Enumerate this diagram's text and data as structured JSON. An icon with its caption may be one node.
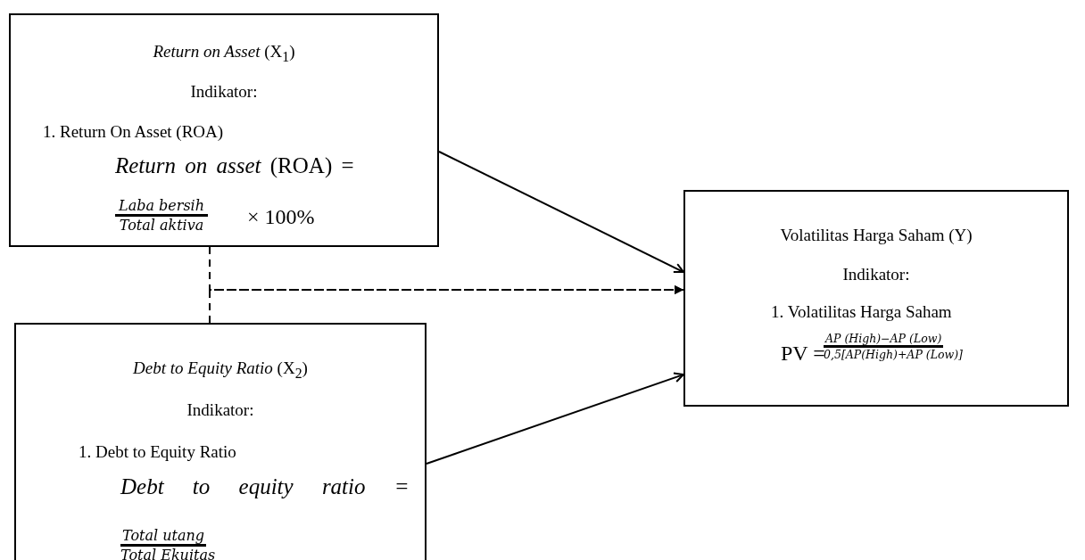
{
  "diagram": {
    "nodes": [
      {
        "text": [
          "*Return on Asset* (X$_{1}$)",
          "Indikator:",
          "1. Return On Asset (ROA)",
          "*Return on asset* (ROA) =",
          "Laba bersih",
          "Total aktiva",
          "× 100%"
        ]
      },
      {
        "text": [
          "*Debt to Equity Ratio* (X$_{2}$)",
          "Indikator:",
          "1. Debt to Equity Ratio",
          "Debt to equity ratio =",
          "Total utang",
          "Total Ekuitas"
        ]
      },
      {
        "text": [
          "Volatilitas Harga Saham (Y)",
          "Indikator:",
          "1. Volatilitas Harga Saham",
          "PV =",
          "AP (High)−AP (Low)",
          "0,5[AP(High)+AP (Low)]"
        ]
      }
    ],
    "edges": [
      {
        "from": 0,
        "to": 2,
        "arrow": "to"
      },
      {
        "from": 1,
        "to": 2,
        "arrow": "to"
      },
      {
        "from": 0,
        "to": 2,
        "arrow": "to",
        "style": "dashed"
      },
      {
        "from": 1,
        "to": 2,
        "arrow": "to",
        "style": "dashed"
      }
    ]
  }
}
